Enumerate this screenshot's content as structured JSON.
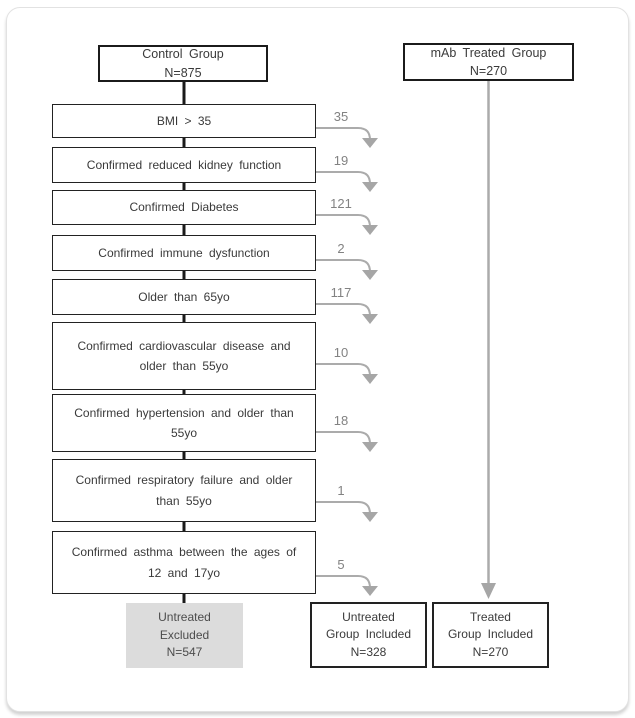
{
  "top": {
    "control_group": {
      "line1": "Control Group",
      "line2": "N=875"
    },
    "mab_group": {
      "line1": "mAb Treated Group",
      "line2": "N=270"
    }
  },
  "exclusions": [
    {
      "label": "BMI > 35",
      "count": "35"
    },
    {
      "label": "Confirmed reduced kidney function",
      "count": "19"
    },
    {
      "label": "Confirmed Diabetes",
      "count": "121"
    },
    {
      "label": "Confirmed immune dysfunction",
      "count": "2"
    },
    {
      "label": "Older than 65yo",
      "count": "117"
    },
    {
      "label": "Confirmed cardiovascular disease and older than 55yo",
      "count": "10"
    },
    {
      "label": "Confirmed hypertension and older than 55yo",
      "count": "18"
    },
    {
      "label": "Confirmed respiratory failure and older than 55yo",
      "count": "1"
    },
    {
      "label": "Confirmed asthma between the ages of 12 and 17yo",
      "count": "5"
    }
  ],
  "outcomes": {
    "excluded": {
      "line1": "Untreated",
      "line2": "Excluded",
      "line3": "N=547"
    },
    "untreated_included": {
      "line1": "Untreated",
      "line2": "Group Included",
      "line3": "N=328"
    },
    "treated_included": {
      "line1": "Treated",
      "line2": "Group Included",
      "line3": "N=270"
    }
  },
  "colors": {
    "box_border": "#222222",
    "flow_line_black": "#1a1a1a",
    "arrow_gray": "#ababab",
    "count_gray": "#828282",
    "excluded_bg": "#dcdcdc",
    "text": "#3a3a3a"
  }
}
